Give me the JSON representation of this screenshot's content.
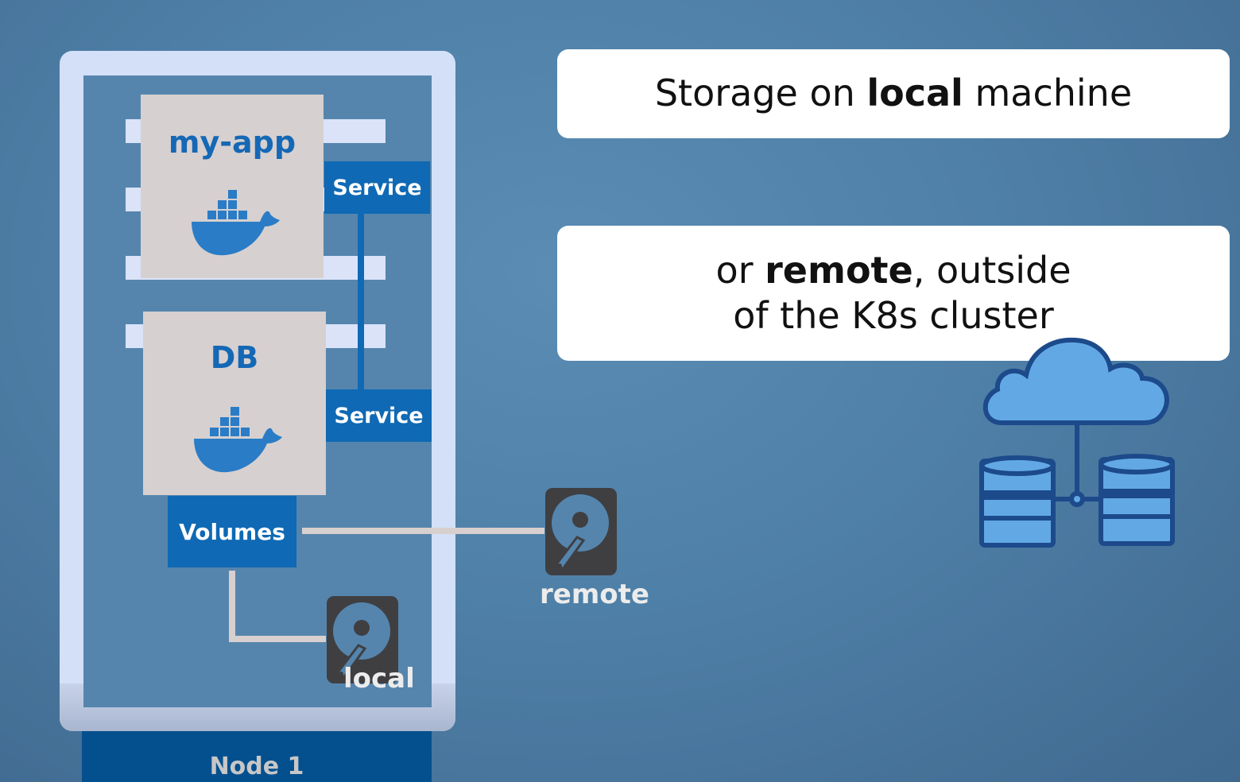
{
  "node": {
    "label": "Node 1",
    "pods": [
      {
        "name": "my-app",
        "icon": "docker-whale-icon",
        "service_label": "Service"
      },
      {
        "name": "DB",
        "icon": "docker-whale-icon",
        "service_label": "Service"
      }
    ],
    "volumes_label": "Volumes",
    "local_storage_label": "local"
  },
  "remote_storage_label": "remote",
  "callouts": [
    {
      "prefix": "Storage on ",
      "bold": "local",
      "suffix": " machine"
    },
    {
      "prefix": "or ",
      "bold": "remote",
      "suffix": ", outside of the K8s cluster"
    }
  ],
  "cloud_icon": "cloud-database-icon",
  "colors": {
    "background": "#5585ad",
    "frame": "#d3e0f7",
    "service_blue": "#0f69b4",
    "node_bar": "#04508f",
    "pod_fill": "#d6d0d0",
    "cloud_fill": "#62a8e5",
    "cloud_stroke": "#1c4a8a",
    "hdd": "#3f3f42"
  }
}
